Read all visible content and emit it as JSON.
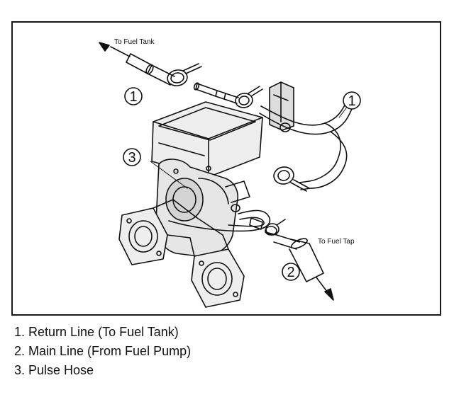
{
  "diagram": {
    "labels": {
      "to_fuel_tank": "To Fuel Tank",
      "to_fuel_tap": "To Fuel Tap"
    },
    "callouts": {
      "return_line_upper_left": "1",
      "return_line_right": "1",
      "pulse_hose": "3",
      "main_line": "2"
    }
  },
  "legend": [
    "1. Return Line (To Fuel Tank)",
    "2. Main Line (From Fuel Pump)",
    "3. Pulse Hose"
  ]
}
